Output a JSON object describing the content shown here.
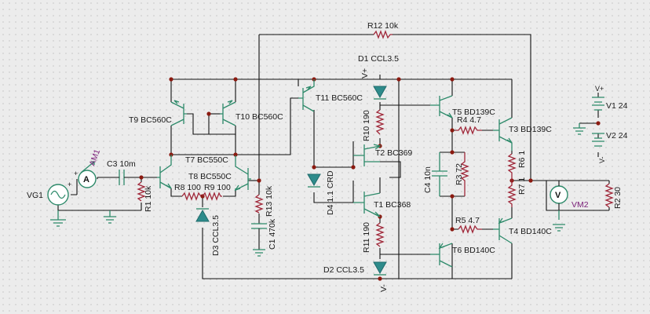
{
  "schematic": {
    "sources": {
      "vg1": "VG1",
      "v1": "V1 24",
      "v2": "V2 24",
      "v_plus_label": "V+",
      "v_minus_label": "V-"
    },
    "meters": {
      "am1": {
        "ref": "AM1",
        "symbol": "A"
      },
      "vm2": {
        "ref": "VM2",
        "symbol": "V"
      }
    },
    "resistors": {
      "r1": "R1 10k",
      "r2": "R2 30",
      "r3": "R3 72",
      "r4": "R4 4.7",
      "r5": "R5 4.7",
      "r6": "R6 1",
      "r7": "R7 1",
      "r8": "R8 100",
      "r9": "R9 100",
      "r10": "R10 190",
      "r11": "R11 190",
      "r12": "R12 10k",
      "r13": "R13 10k"
    },
    "capacitors": {
      "c1": "C1 470k",
      "c3": "C3 10m",
      "c4": "C4 10n"
    },
    "diodes": {
      "d1": "D1 CCL3.5",
      "d2": "D2 CCL3.5",
      "d3": "D3 CCL3.5",
      "d4": "D4 1.1 CRD"
    },
    "transistors": {
      "t1": "T1 BC368",
      "t2": "T2 BC369",
      "t3": "T3 BD139C",
      "t4": "T4 BD140C",
      "t5": "T5 BD139C",
      "t6": "T6 BD140C",
      "t7": "T7 BC550C",
      "t8": "T8 BC550C",
      "t9": "T9 BC560C",
      "t10": "T10 BC560C",
      "t11": "T11 BC560C"
    },
    "pins": {
      "plus": "+",
      "minus": "-"
    }
  },
  "colors": {
    "wire": "#111111",
    "component": "#2d8a6a",
    "resistor": "#a0283a",
    "node_dot": "#8b1a10",
    "diode_fill": "#2e8b8b",
    "meter_label": "#7a1e78",
    "background": "#ececec"
  }
}
